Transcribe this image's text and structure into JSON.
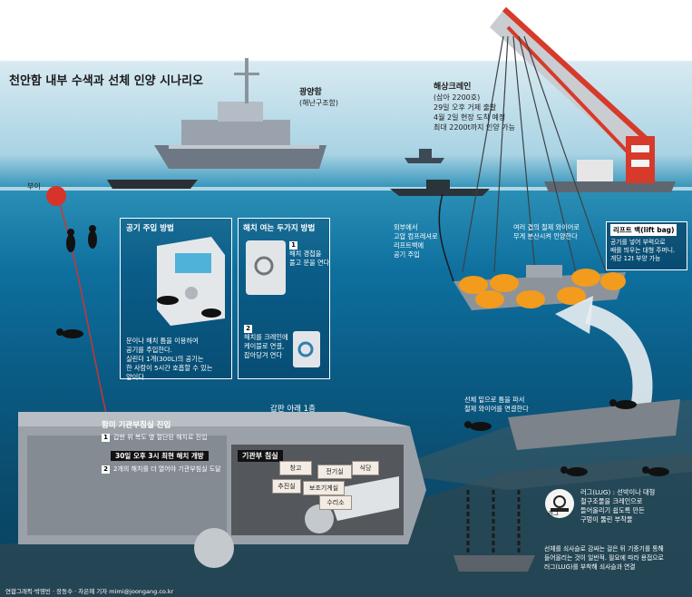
{
  "title": "천안함 내부 수색과 선체 인양 시나리오",
  "labels": {
    "ship_name": "광양함",
    "ship_sub": "(해난구조함)",
    "buoy": "부이",
    "crane_name": "해상크레인",
    "crane_sub": "(삼아 2200호)",
    "crane_line1": "29일 오후 거제 출발",
    "crane_line2": "4월 2일 현장 도착 예정",
    "crane_line3": "최대 2200t까지 인양 가능"
  },
  "air_panel": {
    "heading": "공기 주입 방법",
    "text": [
      "문이나 해치 틈을 이용하여",
      "공기를 주입한다.",
      "실린더 1개(300L)의 공기는",
      "한 사람이 5시간 호흡할 수 있는",
      "양이다."
    ]
  },
  "hatch_panel": {
    "heading": "해치 여는 두가지 방법",
    "step1": [
      "해치 경첩을",
      "풀고 문을 연다"
    ],
    "step2": [
      "해치를 크레인에",
      "케이블로 연결,",
      "잡아당겨 연다"
    ],
    "n1": "1",
    "n2": "2"
  },
  "lift": {
    "left_text": [
      "외부에서",
      "고압 컴프레셔로",
      "리프트백에",
      "공기 주입"
    ],
    "mid_text": [
      "여러 겹의 철제 와이어로",
      "무게 분산시켜 인양한다"
    ],
    "bag_heading": "리프트 백(lift bag)",
    "bag_text": [
      "공기를 넣어 부력으로",
      "배를 띄우는 대형 주머니.",
      "개당 12t 부양 가능"
    ]
  },
  "seabed_text": [
    "선체 밑으로 틈을 파서",
    "철제 와이어를 연결한다"
  ],
  "stern": {
    "heading": "함미 기관부침실 진입",
    "step1_num": "1",
    "step1": "갑판 위 복도 옆 절단된 해치로 진입",
    "highlight": "30일 오후 3시 최현 해치 개방",
    "step2_num": "2",
    "step2": "2개의 해치를 더 열어야 기관부침실 도달",
    "deck_label": "갑판 아래 1층",
    "room_label": "기관부 침실",
    "rooms": [
      "창고",
      "전기실",
      "식당",
      "추진실",
      "보조기계실",
      "수리소"
    ]
  },
  "lug": {
    "tag": "러그",
    "text1": [
      "러그(LUG) : 선박이나 대형",
      "철구조물을 크레인으로",
      "들어올리기 쉽도록 만든",
      "구멍이 뚫린 부착물"
    ],
    "text2": [
      "선체를 쇠사슬로 감싸는 걸은 뒤 기중기를 통해",
      "들어올리는 것이 일반적. 필요에 따라 용접으로",
      "러그(LUG)를 부착해 쇠사슬과 연결"
    ]
  },
  "credit": "연합그래픽·박영빈 · 장동수 · 차은혜 기자 mimi@joongang.co.kr",
  "colors": {
    "water_top": "#2a8fb6",
    "water_deep": "#0a3f5c",
    "lift_bag": "#f29b1d",
    "hull": "#8d939b",
    "crane": "#d63a2b"
  }
}
